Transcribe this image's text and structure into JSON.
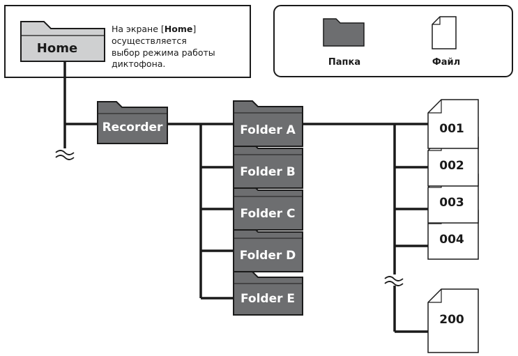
{
  "home": {
    "label": "Home",
    "description": {
      "line1_prefix": "На экране [",
      "line1_bold": "Home",
      "line1_suffix": "]",
      "line2": "осуществляется",
      "line3": "выбор режима работы",
      "line4": "диктофона."
    }
  },
  "legend": {
    "folder_label": "Папка",
    "file_label": "Файл"
  },
  "recorder": {
    "label": "Recorder"
  },
  "folders": [
    "Folder A",
    "Folder B",
    "Folder C",
    "Folder D",
    "Folder E"
  ],
  "files": [
    "001",
    "002",
    "003",
    "004",
    "200"
  ],
  "colors": {
    "folder_dark": "#6d6e70",
    "folder_light": "#cfd0d1",
    "line": "#1a1a1a",
    "box_border": "#1a1a1a"
  }
}
